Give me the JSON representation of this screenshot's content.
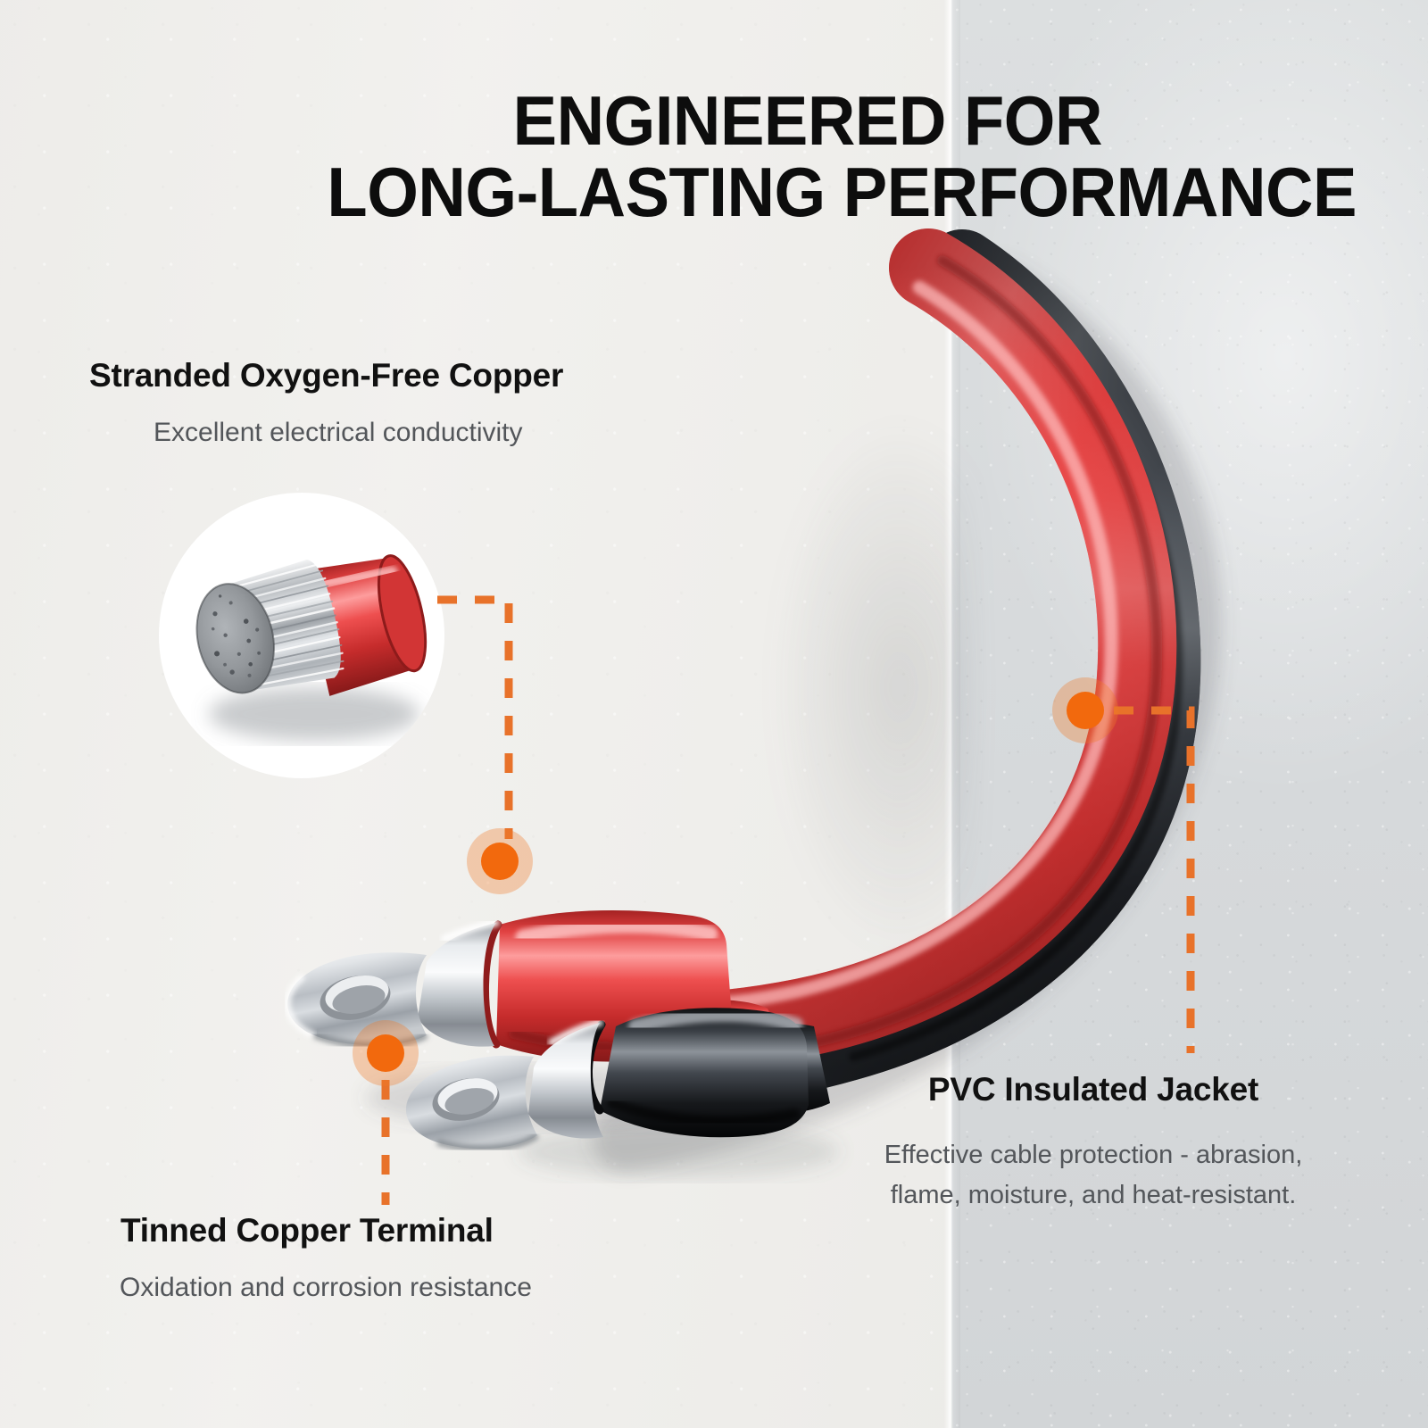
{
  "page": {
    "headline_line1": "ENGINEERED FOR",
    "headline_line2": "LONG-LASTING PERFORMANCE"
  },
  "colors": {
    "accent_orange": "#f2690d",
    "accent_halo": "rgba(240,122,40,0.34)",
    "headline": "#0d0d0d",
    "subtext": "#53565a",
    "cable_red": "#dd3333",
    "cable_black": "#23252a",
    "terminal_silver": "#c9ccd0",
    "bg_left": "#f1f0ed",
    "bg_right": "#d7dadc"
  },
  "callouts": {
    "copper": {
      "title": "Stranded Oxygen-Free Copper",
      "subtitle": "Excellent electrical conductivity",
      "dot_label": "copper-callout-dot"
    },
    "terminal": {
      "title": "Tinned Copper Terminal",
      "subtitle": "Oxidation and corrosion resistance",
      "dot_label": "terminal-callout-dot"
    },
    "pvc": {
      "title": "PVC Insulated Jacket",
      "subtitle_line1": "Effective cable protection - abrasion,",
      "subtitle_line2": "flame, moisture, and heat-resistant.",
      "dot_label": "pvc-callout-dot"
    }
  },
  "product": {
    "inset_caption": "stranded-copper-cross-section",
    "red_cable": "red-battery-cable",
    "black_cable": "black-battery-cable",
    "red_lug": "red-ring-terminal-lug",
    "black_lug": "black-ring-terminal-lug"
  }
}
